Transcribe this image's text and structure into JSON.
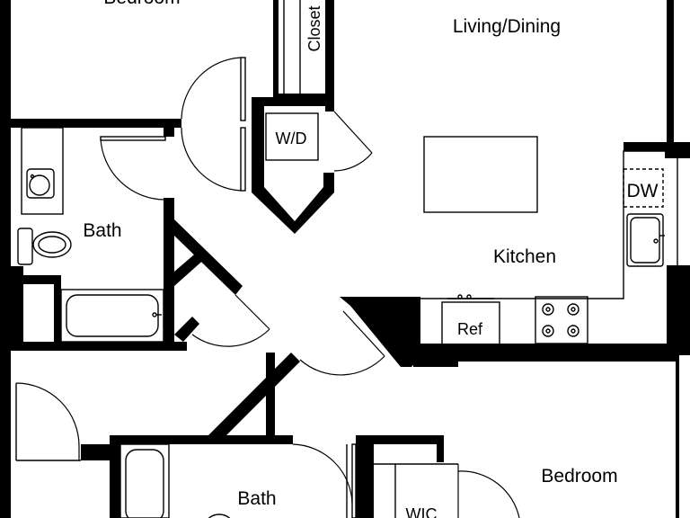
{
  "rooms": {
    "bedroom_top": "Bedroom",
    "closet": "Closet",
    "living_dining": "Living/Dining",
    "wd": "W/D",
    "dw": "DW",
    "bath_left": "Bath",
    "kitchen": "Kitchen",
    "ref": "Ref",
    "bath_bottom": "Bath",
    "bedroom_bottom": "Bedroom",
    "wic": "WIC"
  }
}
